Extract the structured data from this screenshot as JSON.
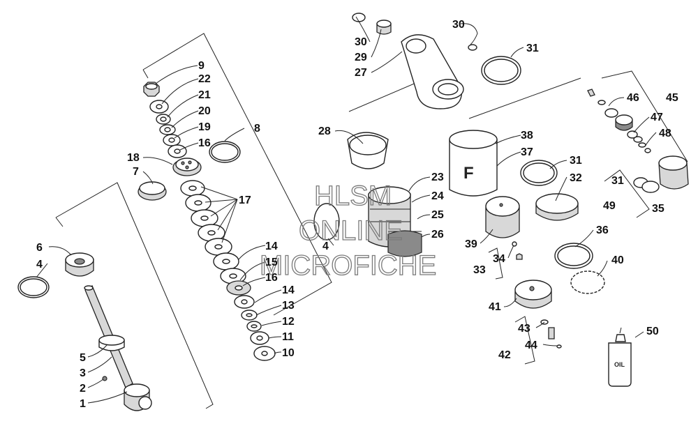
{
  "watermark": {
    "line1": "HLSM",
    "line2": "ONLINE",
    "line3": "MICROFICHE"
  },
  "bottle_label": "OIL",
  "callouts": [
    {
      "id": "c9",
      "text": "9"
    },
    {
      "id": "c22",
      "text": "22"
    },
    {
      "id": "c21",
      "text": "21"
    },
    {
      "id": "c20",
      "text": "20"
    },
    {
      "id": "c19",
      "text": "19"
    },
    {
      "id": "c16a",
      "text": "16"
    },
    {
      "id": "c8",
      "text": "8"
    },
    {
      "id": "c18",
      "text": "18"
    },
    {
      "id": "c7",
      "text": "7"
    },
    {
      "id": "c17",
      "text": "17"
    },
    {
      "id": "c14a",
      "text": "14"
    },
    {
      "id": "c15",
      "text": "15"
    },
    {
      "id": "c16b",
      "text": "16"
    },
    {
      "id": "c14b",
      "text": "14"
    },
    {
      "id": "c13",
      "text": "13"
    },
    {
      "id": "c12",
      "text": "12"
    },
    {
      "id": "c11",
      "text": "11"
    },
    {
      "id": "c10",
      "text": "10"
    },
    {
      "id": "c6",
      "text": "6"
    },
    {
      "id": "c4a",
      "text": "4"
    },
    {
      "id": "c5",
      "text": "5"
    },
    {
      "id": "c3",
      "text": "3"
    },
    {
      "id": "c2",
      "text": "2"
    },
    {
      "id": "c1",
      "text": "1"
    },
    {
      "id": "c30a",
      "text": "30"
    },
    {
      "id": "c29",
      "text": "29"
    },
    {
      "id": "c27",
      "text": "27"
    },
    {
      "id": "c30b",
      "text": "30"
    },
    {
      "id": "c31a",
      "text": "31"
    },
    {
      "id": "c28",
      "text": "28"
    },
    {
      "id": "c23",
      "text": "23"
    },
    {
      "id": "c24",
      "text": "24"
    },
    {
      "id": "c25",
      "text": "25"
    },
    {
      "id": "c26",
      "text": "26"
    },
    {
      "id": "c4b",
      "text": "4"
    },
    {
      "id": "c38",
      "text": "38"
    },
    {
      "id": "c37",
      "text": "37"
    },
    {
      "id": "c31b",
      "text": "31"
    },
    {
      "id": "c32",
      "text": "32"
    },
    {
      "id": "c39",
      "text": "39"
    },
    {
      "id": "c34",
      "text": "34"
    },
    {
      "id": "c33",
      "text": "33"
    },
    {
      "id": "c36",
      "text": "36"
    },
    {
      "id": "c40",
      "text": "40"
    },
    {
      "id": "c41",
      "text": "41"
    },
    {
      "id": "c43",
      "text": "43"
    },
    {
      "id": "c44",
      "text": "44"
    },
    {
      "id": "c42",
      "text": "42"
    },
    {
      "id": "c46",
      "text": "46"
    },
    {
      "id": "c45",
      "text": "45"
    },
    {
      "id": "c47",
      "text": "47"
    },
    {
      "id": "c48",
      "text": "48"
    },
    {
      "id": "c31c",
      "text": "31"
    },
    {
      "id": "c49",
      "text": "49"
    },
    {
      "id": "c35",
      "text": "35"
    },
    {
      "id": "c50",
      "text": "50"
    }
  ]
}
